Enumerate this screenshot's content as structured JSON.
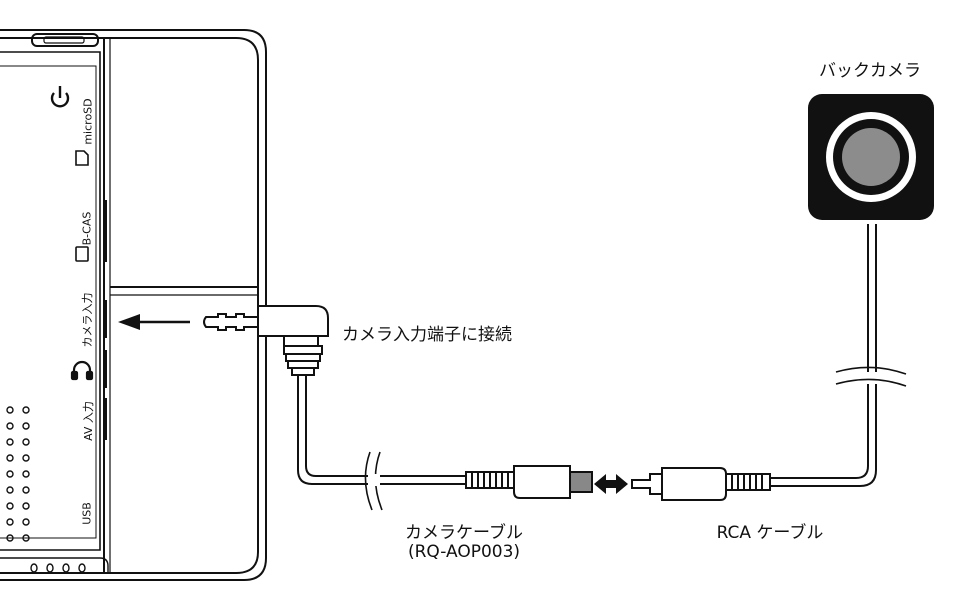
{
  "device": {
    "port_labels": {
      "microsd": "microSD",
      "bcas": "B-CAS",
      "camera_input": "カメラ入力",
      "av_input": "AV 入力",
      "usb": "USB"
    },
    "icons": [
      "power-icon",
      "sdcard-icon",
      "card-icon",
      "headphone-icon"
    ]
  },
  "labels": {
    "back_camera": "バックカメラ",
    "connect_note": "カメラ入力端子に接続",
    "camera_cable": "カメラケーブル",
    "camera_cable_model": "(RQ-AOP003)",
    "rca_cable": "RCA ケーブル"
  },
  "colors": {
    "line": "#111111",
    "camera_body": "#111111",
    "lens_gray": "#8c8c8c",
    "background": "#ffffff"
  }
}
